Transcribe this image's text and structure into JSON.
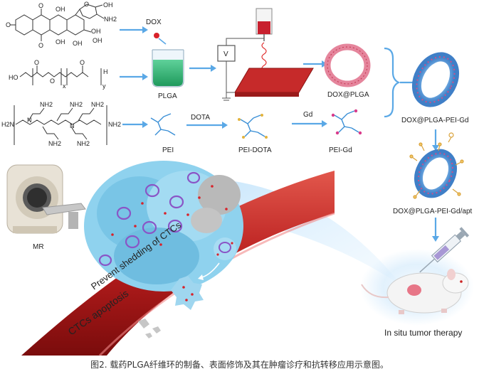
{
  "labels": {
    "dox": "DOX",
    "plga": "PLGA",
    "dox_plga": "DOX@PLGA",
    "dota": "DOTA",
    "gd": "Gd",
    "pei": "PEI",
    "pei_dota": "PEI-DOTA",
    "pei_gd": "PEI-Gd",
    "dox_plga_pei_gd": "DOX@PLGA-PEI-Gd",
    "dox_plga_pei_gd_apt": "DOX@PLGA-PEI-Gd/apt",
    "mr": "MR",
    "prevent": "Prevent shedding of CTCs",
    "apoptosis": "CTCs apoptosis",
    "therapy": "In situ tumor therapy",
    "voltage": "V"
  },
  "chem": {
    "o": "O",
    "oh": "OH",
    "nh2": "NH2",
    "ho": "HO",
    "h": "H",
    "h2n": "H2N",
    "n": "N",
    "x": "x",
    "y": "y"
  },
  "caption": "图2. 载药PLGA纤维环的制备、表面修饰及其在肿瘤诊疗和抗转移应用示意图。"
}
